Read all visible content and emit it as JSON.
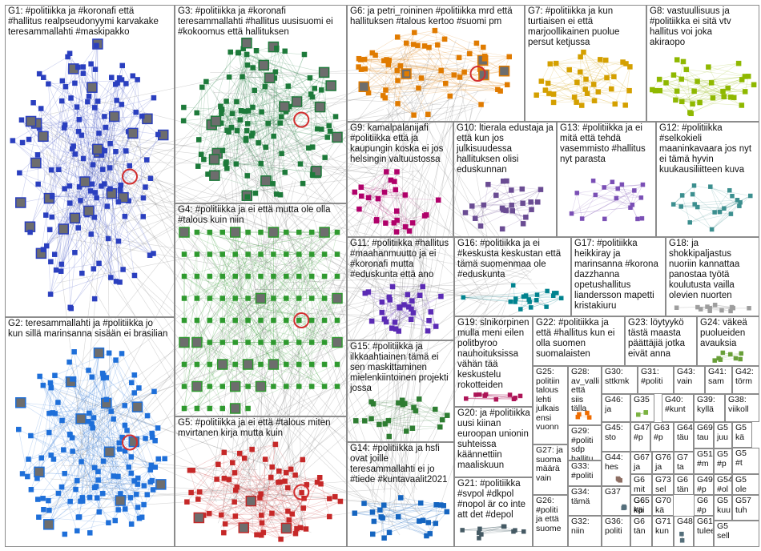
{
  "groups": [
    {
      "id": "G1",
      "text": "G1: #politiikka ja #koronafi että\n#hallitus realpseudonyymi karvakake\nteresammallahti #maskipakko",
      "nodes": 150,
      "color": "#2a3fbf"
    },
    {
      "id": "G2",
      "text": "G2: teresammallahti ja #politiikka jo\nkun sillä marinsanna sisään ei brasilian",
      "nodes": 140,
      "color": "#1e6fd9"
    },
    {
      "id": "G3",
      "text": "G3: #politiikka ja #koronafi\nteresammallahti #hallitus uusisuomi ei\n#kokoomus että hallituksen",
      "nodes": 110,
      "color": "#1d7a3a"
    },
    {
      "id": "G4",
      "text": "G4: #politiikka ja ei että mutta ole olla\n#talous kuin niin",
      "nodes": 110,
      "color": "#2f9a2f"
    },
    {
      "id": "G5",
      "text": "G5: #politiikka ja ei että #talous miten\nmvirtanen kirja mutta kuin",
      "nodes": 70,
      "color": "#c62828"
    },
    {
      "id": "G6",
      "text": "G6: ja petri_roininen #politiikka mrd että\nhallituksen #talous kertoo #suomi pm",
      "nodes": 60,
      "color": "#e07b00"
    },
    {
      "id": "G7",
      "text": "G7: #politiikka ja kun\nturtiaisen ei että\nmarjoollikainen puolue\npersut ketjussa",
      "nodes": 34,
      "color": "#d4a000"
    },
    {
      "id": "G8",
      "text": "G8: vastuullisuus ja\n#politiikka ei sitä vtv\nhallitus voi joka\nakiraopo",
      "nodes": 34,
      "color": "#8fb800"
    },
    {
      "id": "G9",
      "text": "G9: kamalpalanijafi\n#politiikka että ja\nkaupungin koska ei jos\nhelsingin valtuustossa",
      "nodes": 26,
      "color": "#b0006a"
    },
    {
      "id": "G10",
      "text": "G10: ltierala edustaja ja\nettä kun jos\njulkisuudessa\nhallituksen olisi\neduskunnan",
      "nodes": 24,
      "color": "#6a4c93"
    },
    {
      "id": "G11",
      "text": "G11: #politiikka #hallitus\n#maahanmuutto ja ei\n#koronafi mutta\n#eduskunta että ano",
      "nodes": 30,
      "color": "#5b2bb5"
    },
    {
      "id": "G12",
      "text": "G12: #politiikka\n#selkokieli\nmaaninkavaara jos nyt\nei tämä hyvin\nkuukausiliitteen kuva",
      "nodes": 20,
      "color": "#3c8f8f"
    },
    {
      "id": "G13",
      "text": "G13: #politiikka ja ei\nmitä että tehdä\nvasemmisto #hallitus\nnyt parasta",
      "nodes": 18,
      "color": "#7a4fb5"
    },
    {
      "id": "G14",
      "text": "G14: #politiikka ja hsfi\novat joille\nteresammallahti ei jo\n#tiede #kuntavaalit2021",
      "nodes": 24,
      "color": "#1565c0"
    },
    {
      "id": "G15",
      "text": "G15: #politiikka ja\nilkkaahtiainen tämä ei\nsen maskittaminen\nmielenkiintoinen projekti\njossa",
      "nodes": 22,
      "color": "#2e7d32"
    },
    {
      "id": "G16",
      "text": "G16: #politiikka ja ei\n#keskusta keskustan että\ntämä suomenmaa ole\n#eduskunta",
      "nodes": 20,
      "color": "#00838f"
    },
    {
      "id": "G17",
      "text": "G17: #politiikka\nheikkiray ja\nmarinsanna #korona\ndazzhanna\nopetushallitus\nliandersson mapetti\nkristakiuru",
      "nodes": 14,
      "color": "#8d6e63"
    },
    {
      "id": "G18",
      "text": "G18: ja\nshokkipaljastus\nnuoriin kannattaa\npanostaa työtä\nkoulutusta vailla\nolevien nuorten",
      "nodes": 12,
      "color": "#9e9e9e"
    },
    {
      "id": "G19",
      "text": "G19: slnikorpinen\nmulla meni eilen\npolitbyroo\nnauhoituksissa\nvähän tää\nkeskustelu\nrokotteiden",
      "nodes": 10,
      "color": "#ad1457"
    },
    {
      "id": "G20",
      "text": "G20: ja #politiikka\nuusi kiinan\neuroopan unionin\nsuhteissa\nkäännettiin\nmaaliskuun",
      "nodes": 10,
      "color": "#6d4c41"
    },
    {
      "id": "G21",
      "text": "G21: #politiikka\n#svpol #dkpol\n#nopol är co inte\natt det #depol",
      "nodes": 10,
      "color": "#455a64"
    },
    {
      "id": "G22",
      "text": "G22: #politiikka ja\nettä #hallitus kun ei\nolla suomen\nsuomalaisten",
      "nodes": 8,
      "color": "#607d8b"
    },
    {
      "id": "G23",
      "text": "G23: löytyykö\ntästä maasta\npäättäjiä jotka\neivät anna",
      "nodes": 8,
      "color": "#795548"
    },
    {
      "id": "G24",
      "text": "G24: väkeä\npuolueiden\navauksia",
      "nodes": 8,
      "color": "#689f38"
    },
    {
      "id": "G25",
      "text": "G25:\npolitiin\ntalous\nlehti\njulkais\nensi\nvuonn",
      "nodes": 5,
      "color": "#5c6bc0"
    },
    {
      "id": "G26",
      "text": "G26:\n#politi\nja että\nsuome",
      "nodes": 4,
      "color": "#26a69a"
    },
    {
      "id": "G27",
      "text": "G27: ja\nsuoma\nmäärä\nvain",
      "nodes": 4,
      "color": "#ab47bc"
    },
    {
      "id": "G28",
      "text": "G28:\nav_valli\nettä siis\ntälla",
      "nodes": 4,
      "color": "#ef6c00"
    },
    {
      "id": "G29",
      "text": "G29:\n#politi\nsdp\nhallitu",
      "nodes": 4,
      "color": "#c0ca33"
    },
    {
      "id": "G30",
      "text": "G30:\nsttkmk",
      "nodes": 4,
      "color": "#8e24aa"
    },
    {
      "id": "G31",
      "text": "G31:\n#politi",
      "nodes": 4,
      "color": "#3949ab"
    },
    {
      "id": "G32",
      "text": "G32:\nniin",
      "nodes": 3,
      "color": "#00897b"
    },
    {
      "id": "G33",
      "text": "G33:\n#politi",
      "nodes": 3,
      "color": "#e53935"
    },
    {
      "id": "G34",
      "text": "G34:\ntämä",
      "nodes": 3,
      "color": "#fb8c00"
    },
    {
      "id": "G35",
      "text": "G35",
      "nodes": 3,
      "color": "#7cb342"
    },
    {
      "id": "G36",
      "text": "G36:\npoliti",
      "nodes": 3,
      "color": "#6d4c41"
    },
    {
      "id": "G37",
      "text": "G37",
      "nodes": 3,
      "color": "#546e7a"
    },
    {
      "id": "G38",
      "text": "G38:\nviikoll",
      "nodes": 3,
      "color": "#1e88e5"
    },
    {
      "id": "G39",
      "text": "G39:\nkyllä",
      "nodes": 3,
      "color": "#43a047"
    },
    {
      "id": "G40",
      "text": "G40:\n#kunt",
      "nodes": 3,
      "color": "#f4511e"
    },
    {
      "id": "G41",
      "text": "G41:\nsam",
      "nodes": 3,
      "color": "#5e35b1"
    },
    {
      "id": "G42",
      "text": "G42:\ntörm",
      "nodes": 3,
      "color": "#00acc1"
    },
    {
      "id": "G43",
      "text": "G43:\nvain",
      "nodes": 3,
      "color": "#d81b60"
    },
    {
      "id": "G44",
      "text": "G44:\nhes",
      "nodes": 3,
      "color": "#8d6e63"
    },
    {
      "id": "G45",
      "text": "G45:\nsto",
      "nodes": 3,
      "color": "#3949ab"
    },
    {
      "id": "G46",
      "text": "G46:\nja",
      "nodes": 3,
      "color": "#7cb342"
    },
    {
      "id": "G47",
      "text": "G47\n#p",
      "nodes": 3,
      "color": "#c62828"
    },
    {
      "id": "G48",
      "text": "G48",
      "nodes": 2,
      "color": "#546e7a"
    },
    {
      "id": "G49",
      "text": "G49\n#p",
      "nodes": 2,
      "color": "#f57f17"
    },
    {
      "id": "G50",
      "text": "G5\nkä",
      "nodes": 2,
      "color": "#4527a0"
    },
    {
      "id": "G51",
      "text": "G51\n#m",
      "nodes": 2,
      "color": "#00695c"
    },
    {
      "id": "G52",
      "text": "G5\n#t",
      "nodes": 2,
      "color": "#ad1457"
    },
    {
      "id": "G53",
      "text": "G5\nsell",
      "nodes": 2,
      "color": "#1565c0"
    },
    {
      "id": "G54",
      "text": "G54\n#ol",
      "nodes": 2,
      "color": "#2e7d32"
    },
    {
      "id": "G55",
      "text": "G5\nole",
      "nodes": 2,
      "color": "#ef6c00"
    },
    {
      "id": "G56",
      "text": "G5\nkuu",
      "nodes": 2,
      "color": "#6a1b9a"
    },
    {
      "id": "G57",
      "text": "G57\ntuh",
      "nodes": 2,
      "color": "#00838f"
    },
    {
      "id": "G58",
      "text": "G5\njuu",
      "nodes": 2,
      "color": "#9e9d24"
    },
    {
      "id": "G59",
      "text": "G5\n#p",
      "nodes": 2,
      "color": "#c62828"
    },
    {
      "id": "G60",
      "text": "G6\ntän",
      "nodes": 2,
      "color": "#5d4037"
    },
    {
      "id": "G61",
      "text": "G61\ntulee",
      "nodes": 2,
      "color": "#0277bd"
    },
    {
      "id": "G62",
      "text": "G6\n#p",
      "nodes": 2,
      "color": "#558b2f"
    },
    {
      "id": "G63",
      "text": "G63\n#p",
      "nodes": 2,
      "color": "#d84315"
    },
    {
      "id": "G64",
      "text": "G64\ntäu",
      "nodes": 2,
      "color": "#4e342e"
    },
    {
      "id": "G65",
      "text": "G65\nkäi",
      "nodes": 2,
      "color": "#283593"
    },
    {
      "id": "G66",
      "text": "G6\nmit",
      "nodes": 2,
      "color": "#00695c"
    },
    {
      "id": "G67",
      "text": "G67\nja",
      "nodes": 2,
      "color": "#ad1457"
    },
    {
      "id": "G68",
      "text": "G6\n#p",
      "nodes": 2,
      "color": "#e65100"
    },
    {
      "id": "G69",
      "text": "G69\ntau",
      "nodes": 2,
      "color": "#33691e"
    },
    {
      "id": "G70",
      "text": "G70\nkä",
      "nodes": 2,
      "color": "#1a237e"
    },
    {
      "id": "G71",
      "text": "G71\nkun",
      "nodes": 2,
      "color": "#880e4f"
    },
    {
      "id": "G72",
      "text": "G7\nku",
      "nodes": 2,
      "color": "#006064"
    },
    {
      "id": "G73",
      "text": "G73\nsel",
      "nodes": 2,
      "color": "#827717"
    },
    {
      "id": "G76",
      "text": "G76\nja",
      "nodes": 2,
      "color": "#4a148c"
    },
    {
      "id": "G7x",
      "text": "G7\nta",
      "nodes": 2,
      "color": "#bf360c"
    },
    {
      "id": "G6x",
      "text": "G6\ntän",
      "nodes": 2,
      "color": "#263238"
    }
  ]
}
